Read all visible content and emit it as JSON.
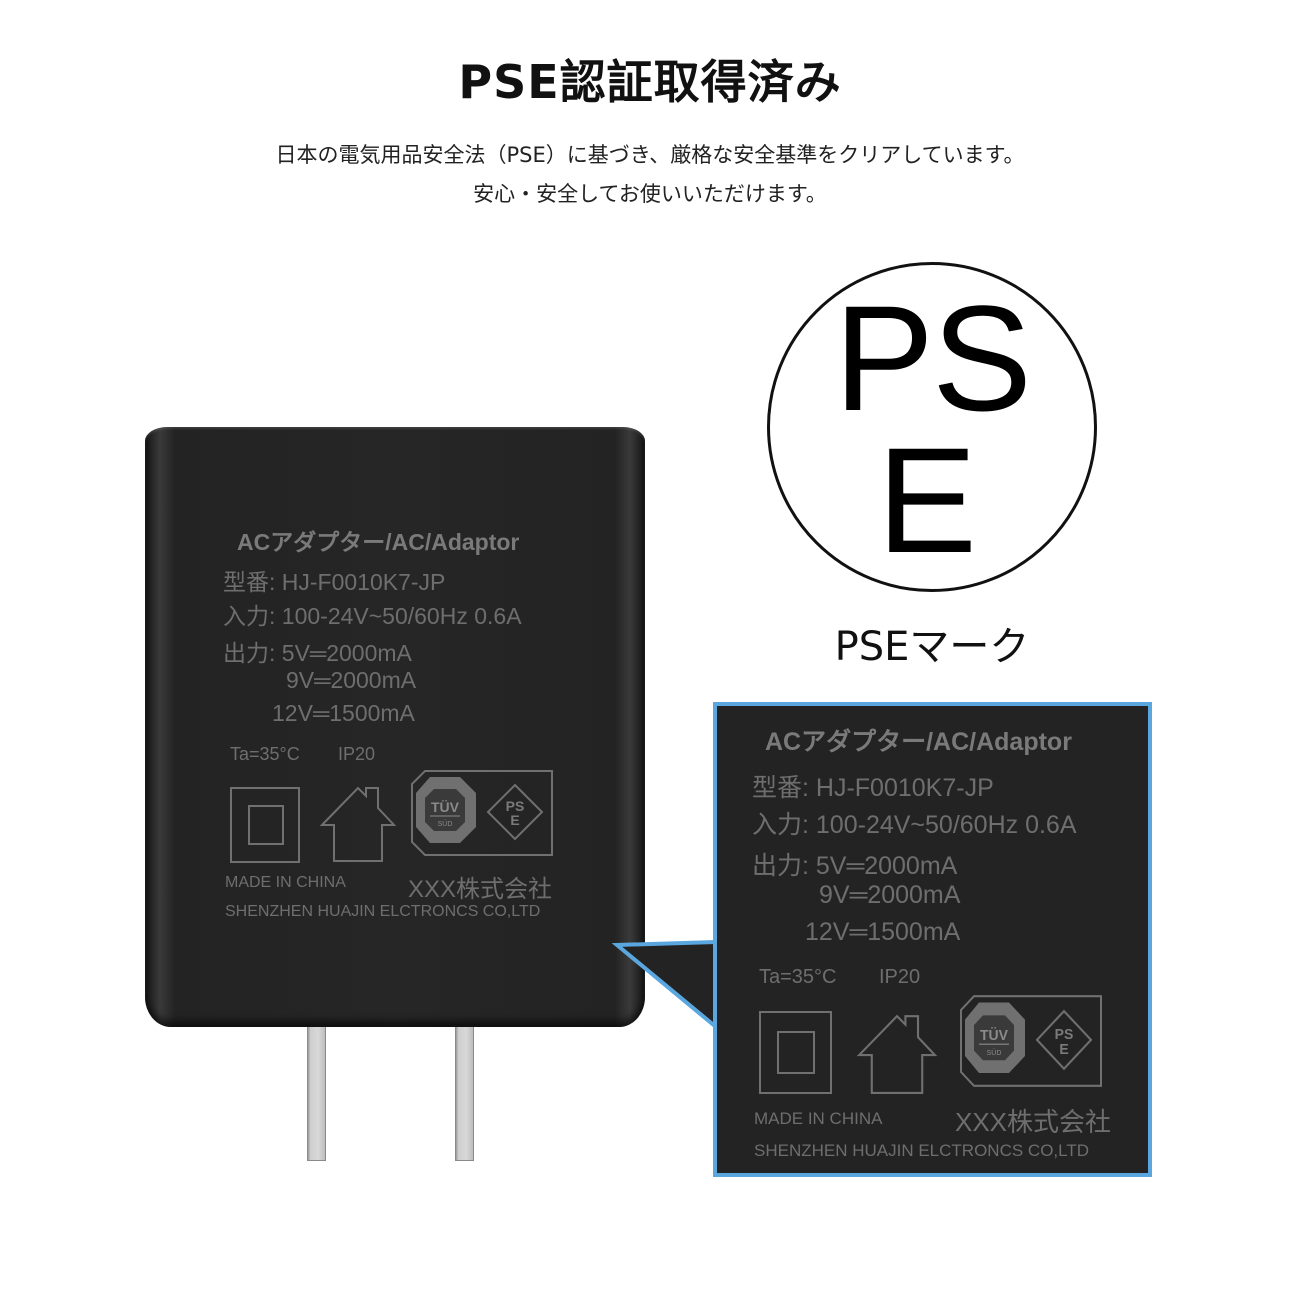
{
  "header": {
    "title": "PSE認証取得済み",
    "description_line1": "日本の電気用品安全法（PSE）に基づき、厳格な安全基準をクリアしています。",
    "description_line2": "安心・安全してお使いいただけます。"
  },
  "pse_mark": {
    "top_letters": "PS",
    "bottom_letter": "E",
    "caption": "PSEマーク"
  },
  "adapter_label": {
    "title": "ACアダプター/AC/Adaptor",
    "model_label": "型番:",
    "model_value": "HJ-F0010K7-JP",
    "input_label": "入力:",
    "input_value": "100-24V~50/60Hz 0.6A",
    "output_label": "出力:",
    "outputs": [
      {
        "voltage": "5V",
        "current": "2000mA"
      },
      {
        "voltage": "9V",
        "current": "2000mA"
      },
      {
        "voltage": "12V",
        "current": "1500mA"
      }
    ],
    "dc_symbol": "⎓",
    "ambient_temp": "Ta=35°C",
    "ip_rating": "IP20",
    "made_in": "MADE IN CHINA",
    "company_jp": "XXX株式会社",
    "manufacturer": "SHENZHEN HUAJIN ELCTRONCS CO,LTD",
    "icons": [
      "double-insulation-icon",
      "indoor-use-house-icon",
      "tuv-sud-icon",
      "pse-diamond-icon"
    ],
    "tuv_text": "TÜV",
    "tuv_sub": "SÜD",
    "pse_diamond_top": "PS",
    "pse_diamond_bottom": "E"
  },
  "colors": {
    "callout_border": "#5aa7e0",
    "adapter_body": "#262626",
    "engraving": "#6e6e6e"
  }
}
